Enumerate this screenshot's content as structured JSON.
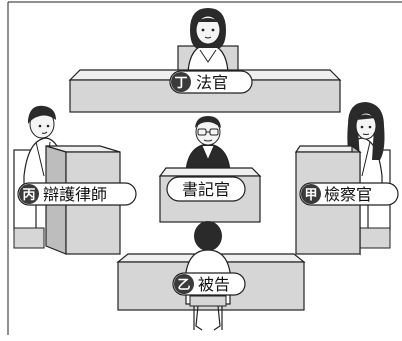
{
  "roles": {
    "judge": {
      "marker": "丁",
      "name": "法官"
    },
    "defense": {
      "marker": "丙",
      "name": "辯護律師"
    },
    "clerk": {
      "marker": "",
      "name": "書記官"
    },
    "prosecutor": {
      "marker": "甲",
      "name": "檢察官"
    },
    "defendant": {
      "marker": "乙",
      "name": "被告"
    }
  },
  "colors": {
    "line": "#222222",
    "desk_top": "#efefef",
    "desk_front": "#d6d6d6",
    "desk_side": "#bdbdbd",
    "hair": "#2a2a2a",
    "skin": "#f4f4f4",
    "marker_bg": "#3a3a3a",
    "marker_text": "#ffffff",
    "label_bg": "#ffffff"
  }
}
